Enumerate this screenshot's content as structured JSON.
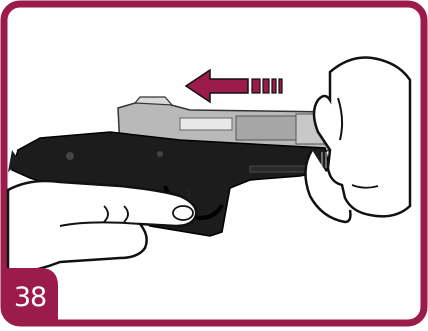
{
  "step": {
    "number": "38"
  },
  "colors": {
    "frame": "#9b1b4b",
    "arrow": "#9b1b4b",
    "frame_metal": "#1c1c1c",
    "slide_metal": "#b9b9b9",
    "hand_outline": "#111111",
    "background": "#ffffff"
  },
  "icons": {
    "arrow": "arrow-left-icon",
    "pistol": "pistol-illustration",
    "left_hand": "left-hand-illustration",
    "right_hand": "right-hand-illustration"
  }
}
